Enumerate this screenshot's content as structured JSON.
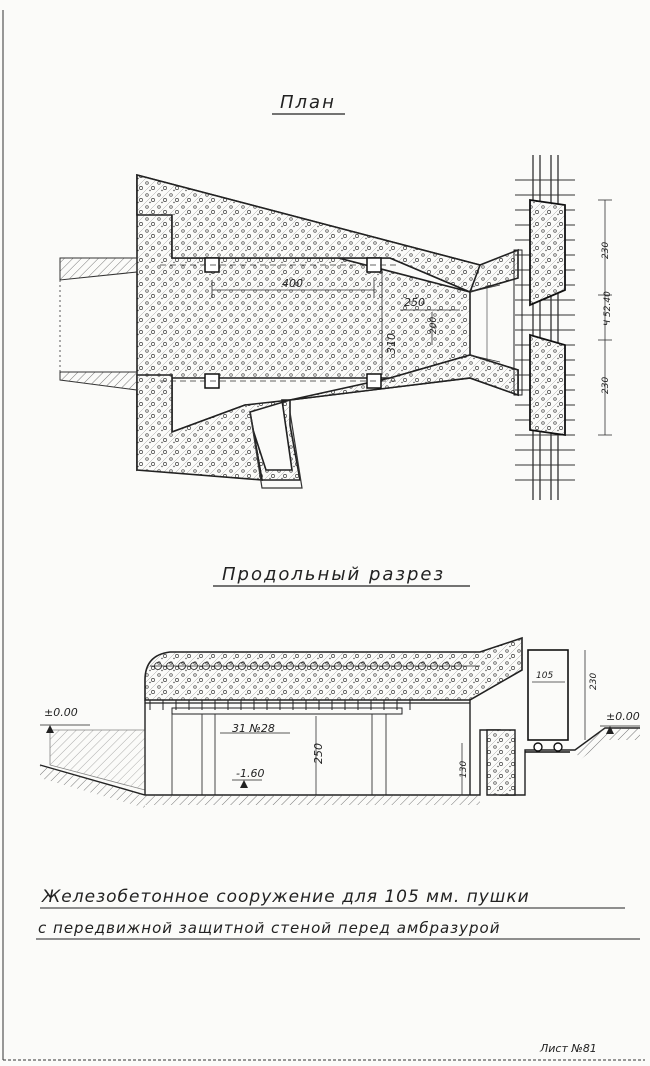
{
  "plan": {
    "title": "План",
    "dims": {
      "length": "400",
      "inner_width": "310",
      "mouth_width": "250",
      "throat_width": "200",
      "wall_top": "230",
      "wall_bottom": "230",
      "wall_middle": "Ч 52.40"
    }
  },
  "section": {
    "title": "Продольный разрез",
    "dims": {
      "level_left": "±0.00",
      "level_right": "±0.00",
      "floor_level": "-1.60",
      "beam": "31 №28",
      "height": "250",
      "wall_thickness": "105",
      "wall_height": "230",
      "step": "130"
    }
  },
  "caption": {
    "line1": "Железобетонное сооружение для 105 мм. пушки",
    "line2": "с передвижной защитной стеной перед амбразурой"
  },
  "sheet": {
    "label": "Лист №81"
  },
  "colors": {
    "ink": "#222222",
    "paper": "#fbfbf9",
    "hatch": "#555555"
  }
}
